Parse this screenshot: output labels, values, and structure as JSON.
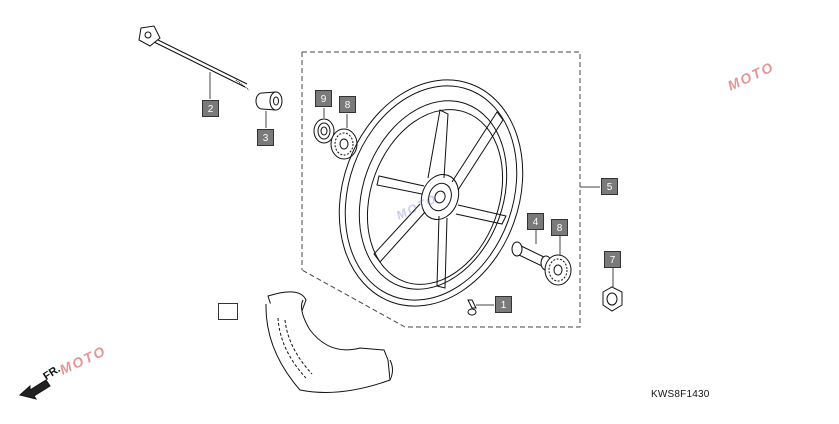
{
  "diagram": {
    "drawing_code": "KWS8F1430",
    "direction_label": "FR.",
    "callouts": [
      {
        "id": "c1",
        "label": "1"
      },
      {
        "id": "c2",
        "label": "2"
      },
      {
        "id": "c3",
        "label": "3"
      },
      {
        "id": "c4",
        "label": "4"
      },
      {
        "id": "c5",
        "label": "5"
      },
      {
        "id": "c7",
        "label": "7"
      },
      {
        "id": "c8a",
        "label": "8"
      },
      {
        "id": "c8b",
        "label": "8"
      },
      {
        "id": "c9",
        "label": "9"
      },
      {
        "id": "c_empty",
        "label": ""
      }
    ],
    "watermark_text": "MOTO"
  },
  "colors": {
    "line": "#111111",
    "callout_fill": "#7a7a7a",
    "watermark": "#d63c3c"
  }
}
